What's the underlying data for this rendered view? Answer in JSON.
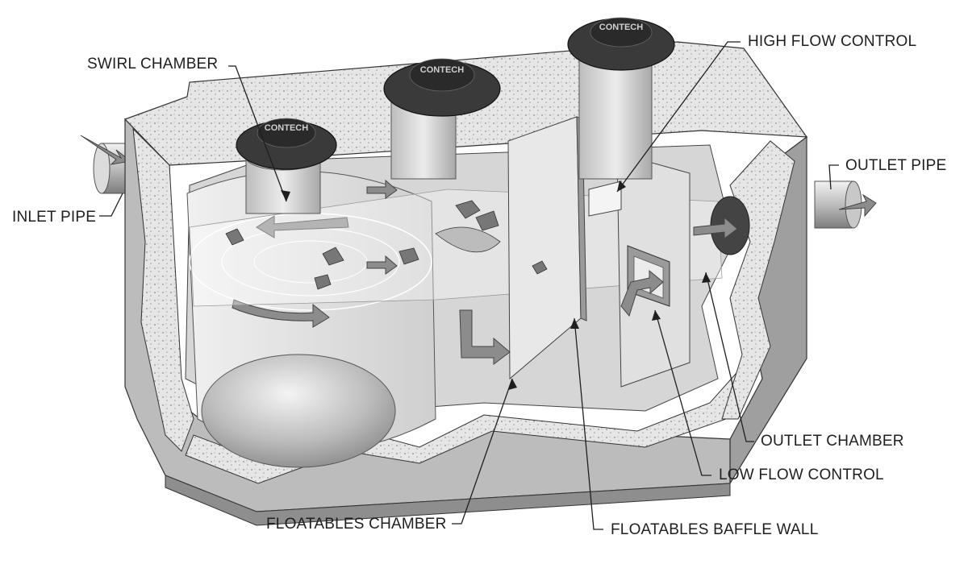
{
  "labels": {
    "swirl_chamber": "SWIRL CHAMBER",
    "inlet_pipe": "INLET PIPE",
    "high_flow_control": "HIGH FLOW CONTROL",
    "outlet_pipe": "OUTLET PIPE",
    "outlet_chamber": "OUTLET CHAMBER",
    "low_flow_control": "LOW FLOW CONTROL",
    "floatables_chamber": "FLOATABLES CHAMBER",
    "floatables_baffle_wall": "FLOATABLES BAFFLE WALL"
  },
  "logo": {
    "text": "CONTECH"
  },
  "colors": {
    "concrete_top": "#cfcfcf",
    "concrete_side": "#a9a9a9",
    "concrete_front": "#bdbdbd",
    "interior": "#d9d9d9",
    "interior_dark": "#b4b4b4",
    "water": "#eeeeee",
    "lid": "#3a3a3a",
    "arrow": "#8c8c8c",
    "leader": "#1f1f1f"
  }
}
